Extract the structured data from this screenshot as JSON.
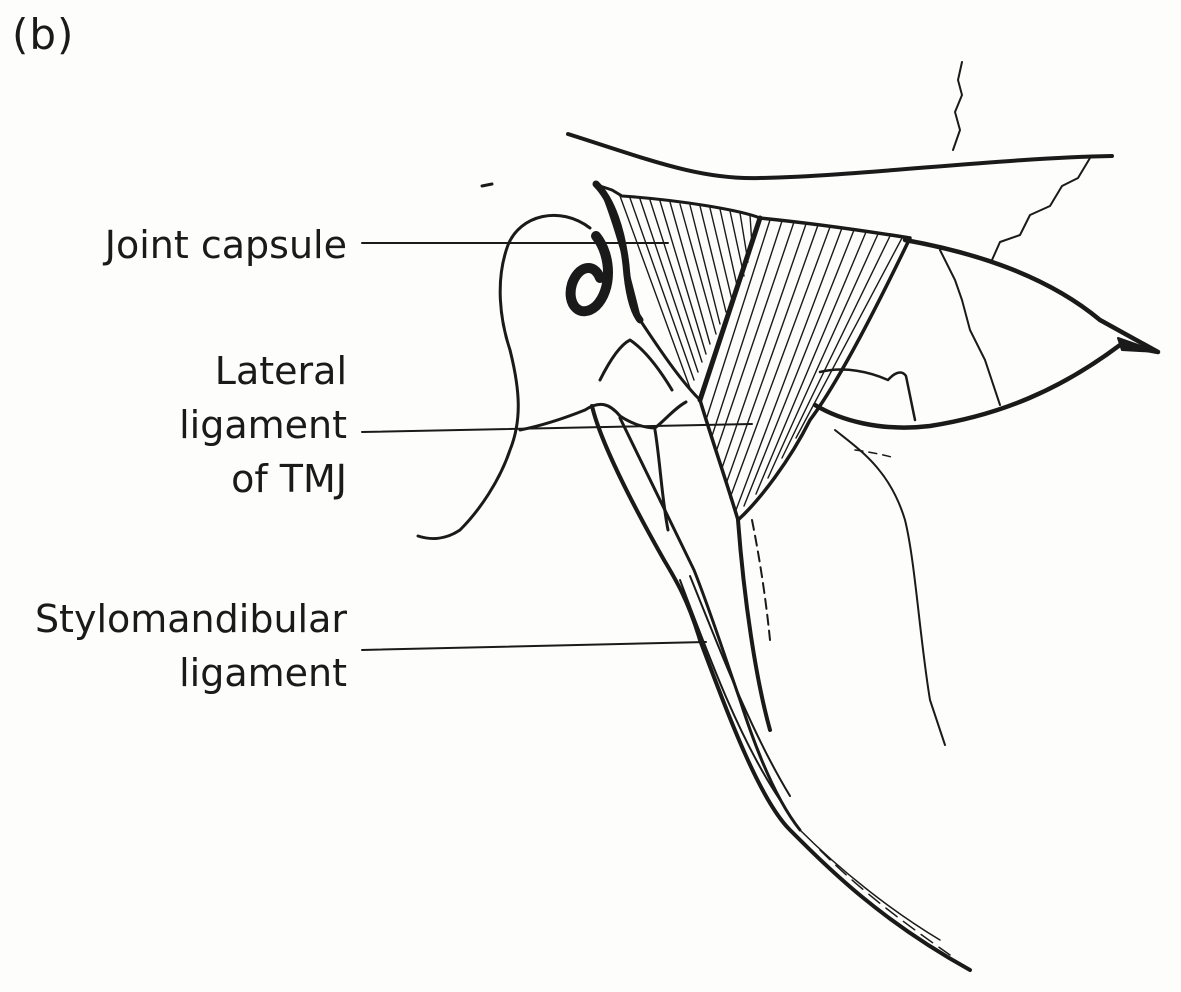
{
  "panel_label": "(b)",
  "callouts": {
    "joint_capsule": [
      "Joint capsule"
    ],
    "lateral_ligament": [
      "Lateral",
      "ligament",
      "of TMJ"
    ],
    "stylomandibular_ligament": [
      "Stylomandibular",
      "ligament"
    ]
  },
  "colors": {
    "ink": "#1a1a1a",
    "paper": "#fdfdfb"
  }
}
